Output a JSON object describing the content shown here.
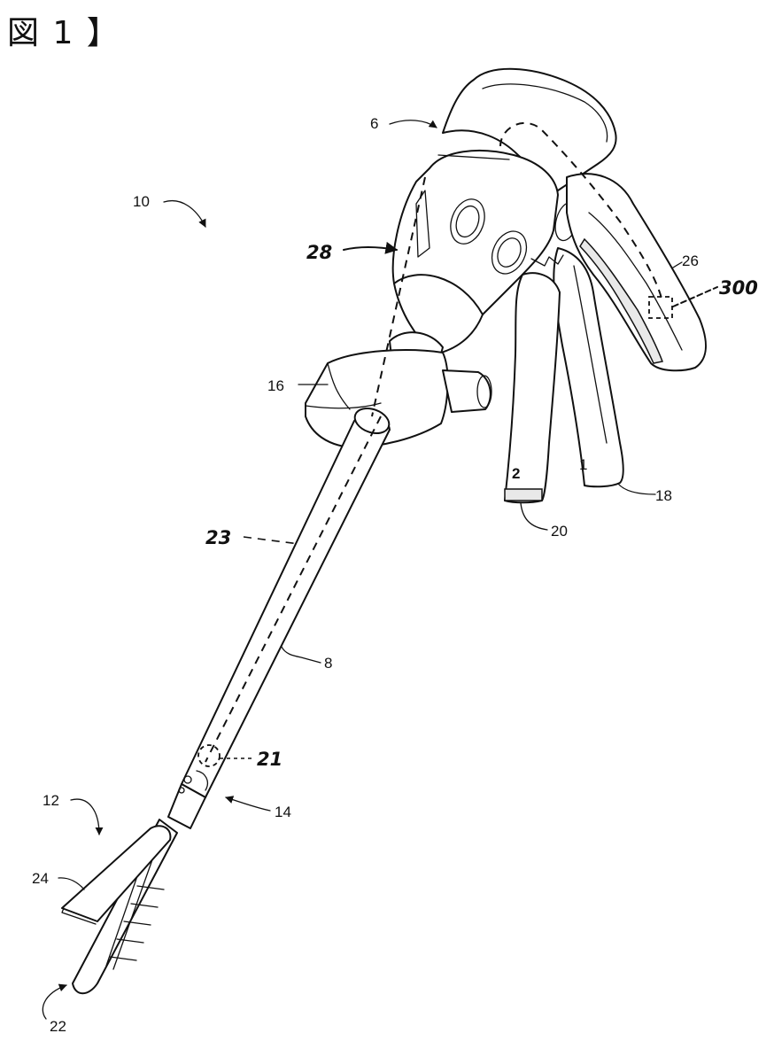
{
  "figure": {
    "title": "図 1 】",
    "labels": {
      "l6": "6",
      "l10": "10",
      "l28": "28",
      "l26": "26",
      "l300": "300",
      "l16": "16",
      "l23": "23",
      "l8": "8",
      "l18": "18",
      "l20": "20",
      "l21": "21",
      "l14": "14",
      "l12": "12",
      "l24": "24",
      "l22": "22",
      "trigger1": "1",
      "trigger2": "2"
    }
  }
}
